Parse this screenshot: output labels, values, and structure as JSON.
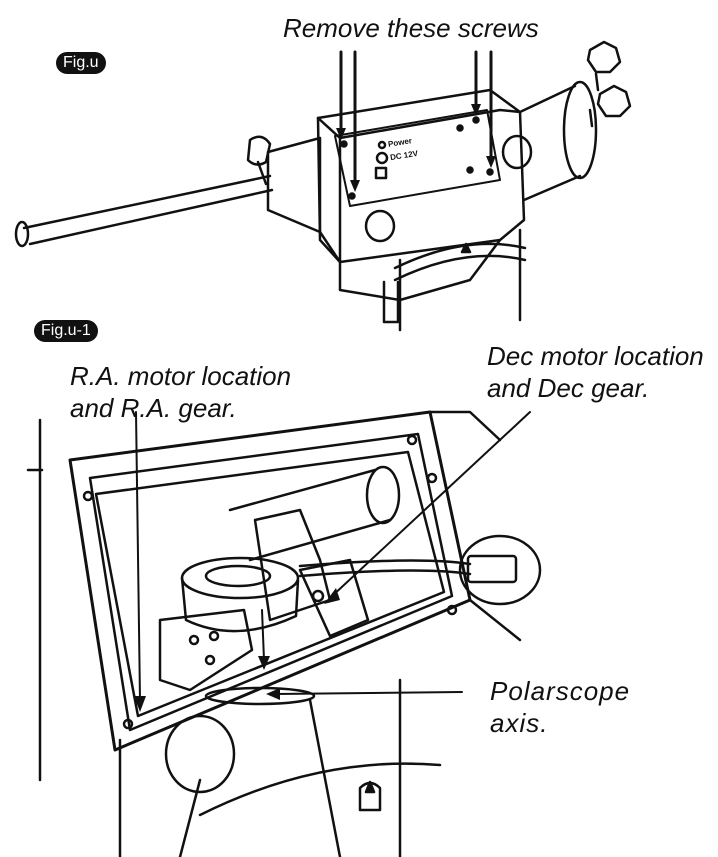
{
  "figures": {
    "top_label": "Fig.u",
    "bottom_label": "Fig.u-1"
  },
  "callouts": {
    "remove_screws": "Remove these screws",
    "ra_line1": "R.A. motor location",
    "ra_line2": "and R.A. gear.",
    "dec_line1": "Dec motor location",
    "dec_line2": "and Dec gear.",
    "polar_line1": "Polarscope",
    "polar_line2": "axis."
  },
  "plate": {
    "power_label": "Power",
    "dc_label": "DC 12V"
  }
}
